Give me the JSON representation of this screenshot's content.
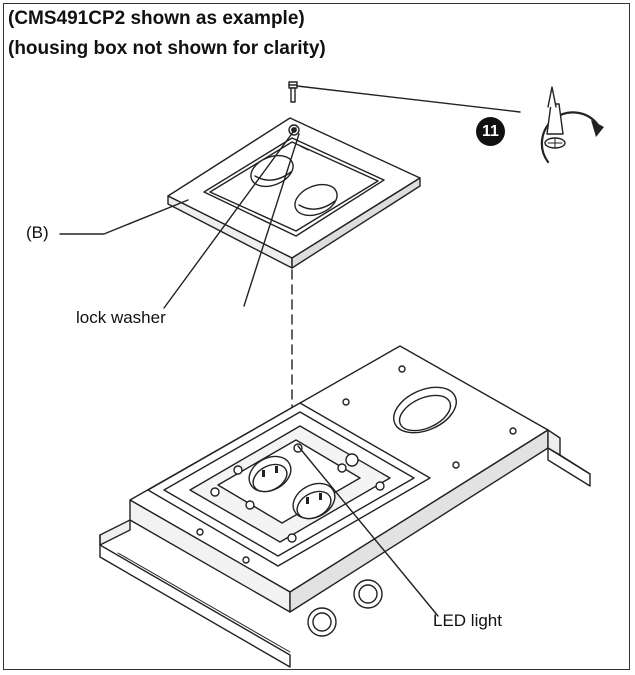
{
  "title": {
    "line1": "(CMS491CP2 shown as example)",
    "line2": "(housing box not shown for clarity)"
  },
  "callouts": {
    "b": "(B)",
    "lock_washer": "lock washer",
    "led_light": "LED light",
    "step_number": "11"
  },
  "icons": {
    "screwdriver": "screwdriver-rotate-icon"
  },
  "colors": {
    "line": "#222222",
    "fill": "#ffffff",
    "shade": "#e6e6e6"
  }
}
